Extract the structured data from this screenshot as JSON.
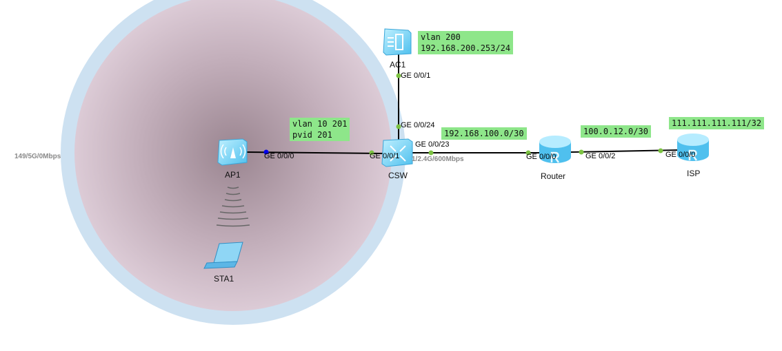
{
  "devices": {
    "ac1": "AC1",
    "ap1": "AP1",
    "csw": "CSW",
    "router": "Router",
    "isp": "ISP",
    "sta1": "STA1"
  },
  "ports": {
    "ac1_g001": "GE 0/0/1",
    "csw_g0024": "GE 0/0/24",
    "csw_g0023": "GE 0/0/23",
    "csw_g001": "GE 0/0/1",
    "ap1_g000": "GE 0/0/0",
    "router_g000": "GE 0/0/0",
    "router_g002": "GE 0/0/2",
    "isp_g000": "GE 0/0/0"
  },
  "notes": {
    "ac1_line1": "vlan 200",
    "ac1_line2": "192.168.200.253/24",
    "ap_line1": "vlan 10 201",
    "ap_line2": "pvid 201",
    "csw_router": "192.168.100.0/30",
    "router_isp": "100.0.12.0/30",
    "isp": "111.111.111.111/32"
  },
  "rates": {
    "left": "149/5G/0Mbps",
    "right": "1/2.4G/600Mbps"
  },
  "colors": {
    "port_dot": "#7cc242",
    "ap_port_dot": "#0000ee",
    "note_bg": "#8ee68a",
    "coverage_outer": "#cfe2f2",
    "coverage_inner": "#d8c8d4"
  }
}
